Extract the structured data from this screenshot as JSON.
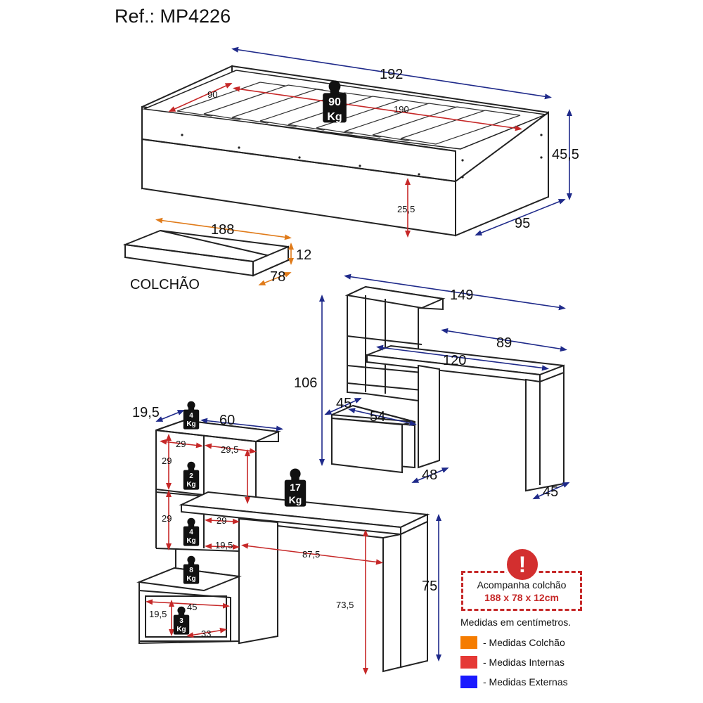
{
  "reference": "Ref.: MP4226",
  "mattress_label": "COLCHÃO",
  "weights": {
    "bed": [
      "90",
      "Kg"
    ],
    "shelf_top": [
      "4",
      "Kg"
    ],
    "shelf_mid": [
      "2",
      "Kg"
    ],
    "shelf_low": [
      "4",
      "Kg"
    ],
    "shelf_base": [
      "8",
      "Kg"
    ],
    "drawer": [
      "3",
      "Kg"
    ],
    "desk": [
      "17",
      "Kg"
    ]
  },
  "bed_dims": {
    "length_ext": "192",
    "width_int": "90",
    "length_int": "190",
    "height_ext": "45,5",
    "depth_ext": "95",
    "floor_gap": "25,5"
  },
  "mattress_dims": {
    "length": "188",
    "height": "12",
    "depth": "78"
  },
  "desk_dims": {
    "width_ext": "149",
    "desk_width": "89",
    "desk_inner": "120",
    "height_ext": "106",
    "unit_depth": "45",
    "drawer_width": "54",
    "base_depth": "48",
    "side_depth": "45"
  },
  "detail_dims": {
    "shelf_depth": "19,5",
    "unit_width": "60",
    "niche_w1": "29",
    "niche_w2": "29,5",
    "niche_h1": "29",
    "niche_h2": "29",
    "niche_w3": "29",
    "niche_d3": "19,5",
    "drawer_inner_w": "45",
    "drawer_inner_d": "19,5",
    "drawer_inner_h": "33",
    "desk_inner_w": "87,5",
    "desk_height": "75",
    "desk_leg_h": "73,5"
  },
  "notice": {
    "line1": "Acompanha colchão",
    "line2": "188 x 78 x 12cm",
    "alert_symbol": "!"
  },
  "units_note": "Medidas em centímetros.",
  "legend": [
    {
      "label": "- Medidas Colchão",
      "color": "#f57c00"
    },
    {
      "label": "- Medidas Internas",
      "color": "#e53935"
    },
    {
      "label": "- Medidas Externas",
      "color": "#1a1aff"
    }
  ],
  "colors": {
    "external": "#1f2a8a",
    "internal": "#c62828",
    "mattress": "#e07b1a",
    "line": "#222222"
  }
}
